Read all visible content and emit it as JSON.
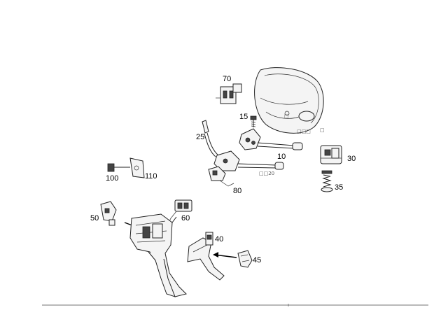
{
  "callouts": {
    "c10": "10",
    "c15": "15",
    "c25": "25",
    "c30": "30",
    "c35": "35",
    "c40": "40",
    "c45": "45",
    "c50": "50",
    "c60": "60",
    "c70": "70",
    "c80": "80",
    "c100": "100",
    "c110": "110"
  },
  "annotations": {
    "mark_a": "□□□",
    "mark_b": "□",
    "mark_c": "□□20",
    "mark_d": "□"
  }
}
